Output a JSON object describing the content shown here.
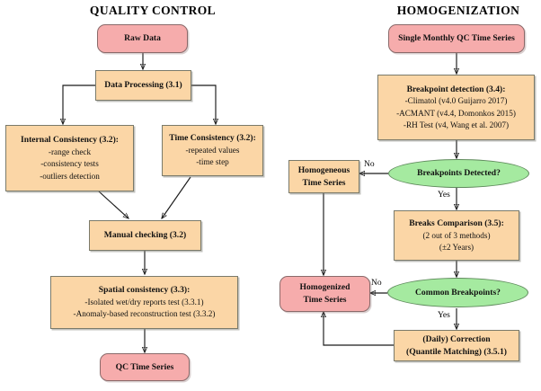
{
  "titles": {
    "left": "QUALITY CONTROL",
    "right": "HOMOGENIZATION"
  },
  "colors": {
    "terminator_fill": "#f6acac",
    "process_fill": "#fbd6a6",
    "decision_fill": "#a5eaa0",
    "stroke": "#1a1a1a",
    "text": "#111111"
  },
  "qc": {
    "raw_data": "Raw Data",
    "data_processing": "Data Processing (3.1)",
    "internal_consistency": {
      "heading": "Internal Consistency (3.2):",
      "items": [
        "-range check",
        "-consistency tests",
        "-outliers detection"
      ]
    },
    "time_consistency": {
      "heading": "Time Consistency (3.2):",
      "items": [
        "-repeated values",
        "-time step"
      ]
    },
    "manual_checking": "Manual checking (3.2)",
    "spatial_consistency": {
      "heading": "Spatial consistency (3.3):",
      "items": [
        "-Isolated wet/dry reports test (3.3.1)",
        "-Anomaly-based reconstruction test (3.3.2)"
      ]
    },
    "qc_time_series": "QC Time Series"
  },
  "hom": {
    "single_monthly": "Single Monthly QC Time Series",
    "breakpoint_detection": {
      "heading": "Breakpoint detection (3.4):",
      "items": [
        "-Climatol (v4.0 Guijarro 2017)",
        "-ACMANT (v4.4, Domonkos 2015)",
        "-RH Test (v4, Wang et al. 2007)"
      ]
    },
    "breakpoints_detected": "Breakpoints Detected?",
    "homogeneous_time_series": {
      "line1": "Homogeneous",
      "line2": "Time Series"
    },
    "breaks_comparison": {
      "heading": "Breaks Comparison (3.5):",
      "items": [
        "(2 out of 3 methods)",
        "(±2 Years)"
      ]
    },
    "common_breakpoints": "Common Breakpoints?",
    "homogenized_time_series": {
      "line1": "Homogenized",
      "line2": "Time Series"
    },
    "daily_correction": {
      "line1": "(Daily) Correction",
      "line2": "(Quantile Matching) (3.5.1)"
    }
  },
  "edge_labels": {
    "no_1": "No",
    "yes_1": "Yes",
    "no_2": "No",
    "yes_2": "Yes"
  }
}
